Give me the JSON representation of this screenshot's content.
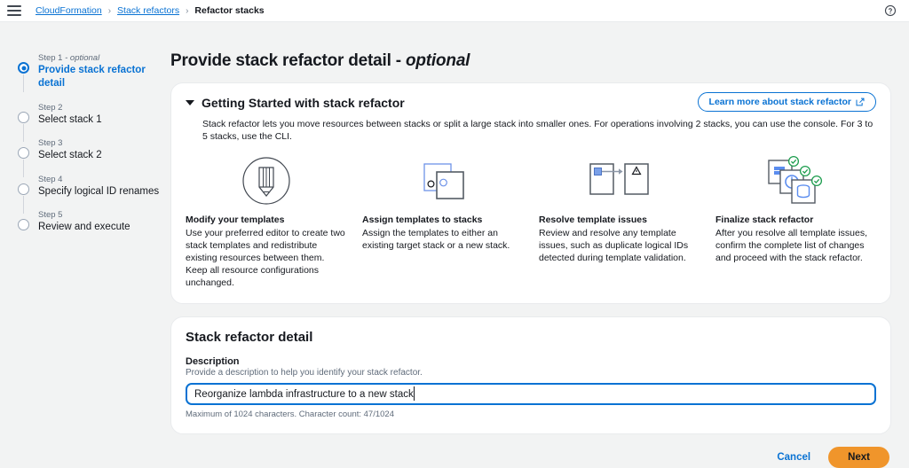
{
  "topbar": {
    "menu_icon": "hamburger-icon",
    "help_icon": "help-circle-icon",
    "breadcrumb": [
      {
        "label": "CloudFormation",
        "link": true
      },
      {
        "label": "Stack refactors",
        "link": true
      },
      {
        "label": "Refactor stacks",
        "link": false
      }
    ],
    "separator": "›"
  },
  "sidebar": {
    "steps": [
      {
        "num": "Step 1",
        "optional": " - optional",
        "label": "Provide stack refactor detail",
        "active": true
      },
      {
        "num": "Step 2",
        "optional": "",
        "label": "Select stack 1",
        "active": false
      },
      {
        "num": "Step 3",
        "optional": "",
        "label": "Select stack 2",
        "active": false
      },
      {
        "num": "Step 4",
        "optional": "",
        "label": "Specify logical ID renames",
        "active": false
      },
      {
        "num": "Step 5",
        "optional": "",
        "label": "Review and execute",
        "active": false
      }
    ]
  },
  "main": {
    "title_main": "Provide stack refactor detail - ",
    "title_optional": "optional",
    "getting_started": {
      "heading": "Getting Started with stack refactor",
      "learn_more_label": "Learn more about stack refactor",
      "learn_more_icon": "external-link-icon",
      "caret_icon": "caret-down-icon",
      "intro": "Stack refactor lets you move resources between stacks or split a large stack into smaller ones. For operations involving 2 stacks, you can use the console. For 3 to 5 stacks, use the CLI.",
      "features": [
        {
          "icon": "pencil-in-circle-icon",
          "heading": "Modify your templates",
          "body": "Use your preferred editor to create two stack templates and redistribute existing resources between them. Keep all resource configurations unchanged."
        },
        {
          "icon": "overlapping-templates-icon",
          "heading": "Assign templates to stacks",
          "body": "Assign the templates to either an existing target stack or a new stack."
        },
        {
          "icon": "two-documents-arrow-icon",
          "heading": "Resolve template issues",
          "body": "Review and resolve any template issues, such as duplicate logical IDs detected during template validation."
        },
        {
          "icon": "stacked-resources-check-icon",
          "heading": "Finalize stack refactor",
          "body": "After you resolve all template issues, confirm the complete list of changes and proceed with the stack refactor."
        }
      ]
    },
    "detail": {
      "heading": "Stack refactor detail",
      "description_label": "Description",
      "description_hint": "Provide a description to help you identify your stack refactor.",
      "description_value": "Reorganize lambda infrastructure to a new stack",
      "description_placeholder": "",
      "character_info": "Maximum of 1024 characters. Character count: 47/1024"
    },
    "actions": {
      "cancel_label": "Cancel",
      "next_label": "Next"
    }
  },
  "colors": {
    "link_blue": "#0972d3",
    "next_orange": "#f0952b",
    "page_background": "#f2f3f3",
    "card_background": "#ffffff",
    "muted_text": "#5f6b7a"
  }
}
